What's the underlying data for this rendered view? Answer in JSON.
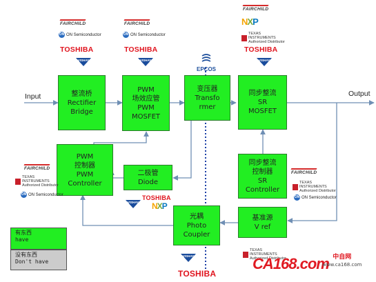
{
  "io": {
    "input": "Input",
    "output": "Output"
  },
  "blocks": {
    "rectifier": [
      "整流桥",
      "Rectifier",
      "Bridge"
    ],
    "pwm_mosfet": [
      "PWM",
      "场效应管",
      "PWM",
      "MOSFET"
    ],
    "transformer": [
      "变压器",
      "Transfo",
      "rmer"
    ],
    "sr_mosfet": [
      "同步整流",
      "SR",
      "MOSFET"
    ],
    "pwm_controller": [
      "PWM",
      "控制器",
      "PWM",
      "Controller"
    ],
    "diode": [
      "二极管",
      "Diode"
    ],
    "sr_controller": [
      "同步整流",
      "控制器",
      "SR",
      "Controller"
    ],
    "photocoupler": [
      "光耦",
      "Photo",
      "Coupler"
    ],
    "vref": [
      "基准源",
      "V ref"
    ]
  },
  "legend": {
    "have": [
      "有东西",
      "have"
    ],
    "dont_have": [
      "没有东西",
      "Don't have"
    ]
  },
  "logos": {
    "fairchild": "FAIRCHILD",
    "on_semi": "ON Semiconductor",
    "toshiba": "TOSHIBA",
    "vishay": "VISHAY",
    "epcos": "EPCOS",
    "nxp": "NXP",
    "ti": [
      "TEXAS",
      "INSTRUMENTS",
      "Authorized Distributor"
    ]
  },
  "watermark": {
    "brand": "CA168.com",
    "cn": "中自网",
    "url": "www.ca168.com"
  },
  "colors": {
    "block_green": "#22ee22",
    "legend_gray": "#cccccc",
    "line": "#6f8fb4",
    "dotted": "#1b3ea6",
    "toshiba_red": "#e0141e",
    "vishay_blue": "#1a4c9c"
  }
}
